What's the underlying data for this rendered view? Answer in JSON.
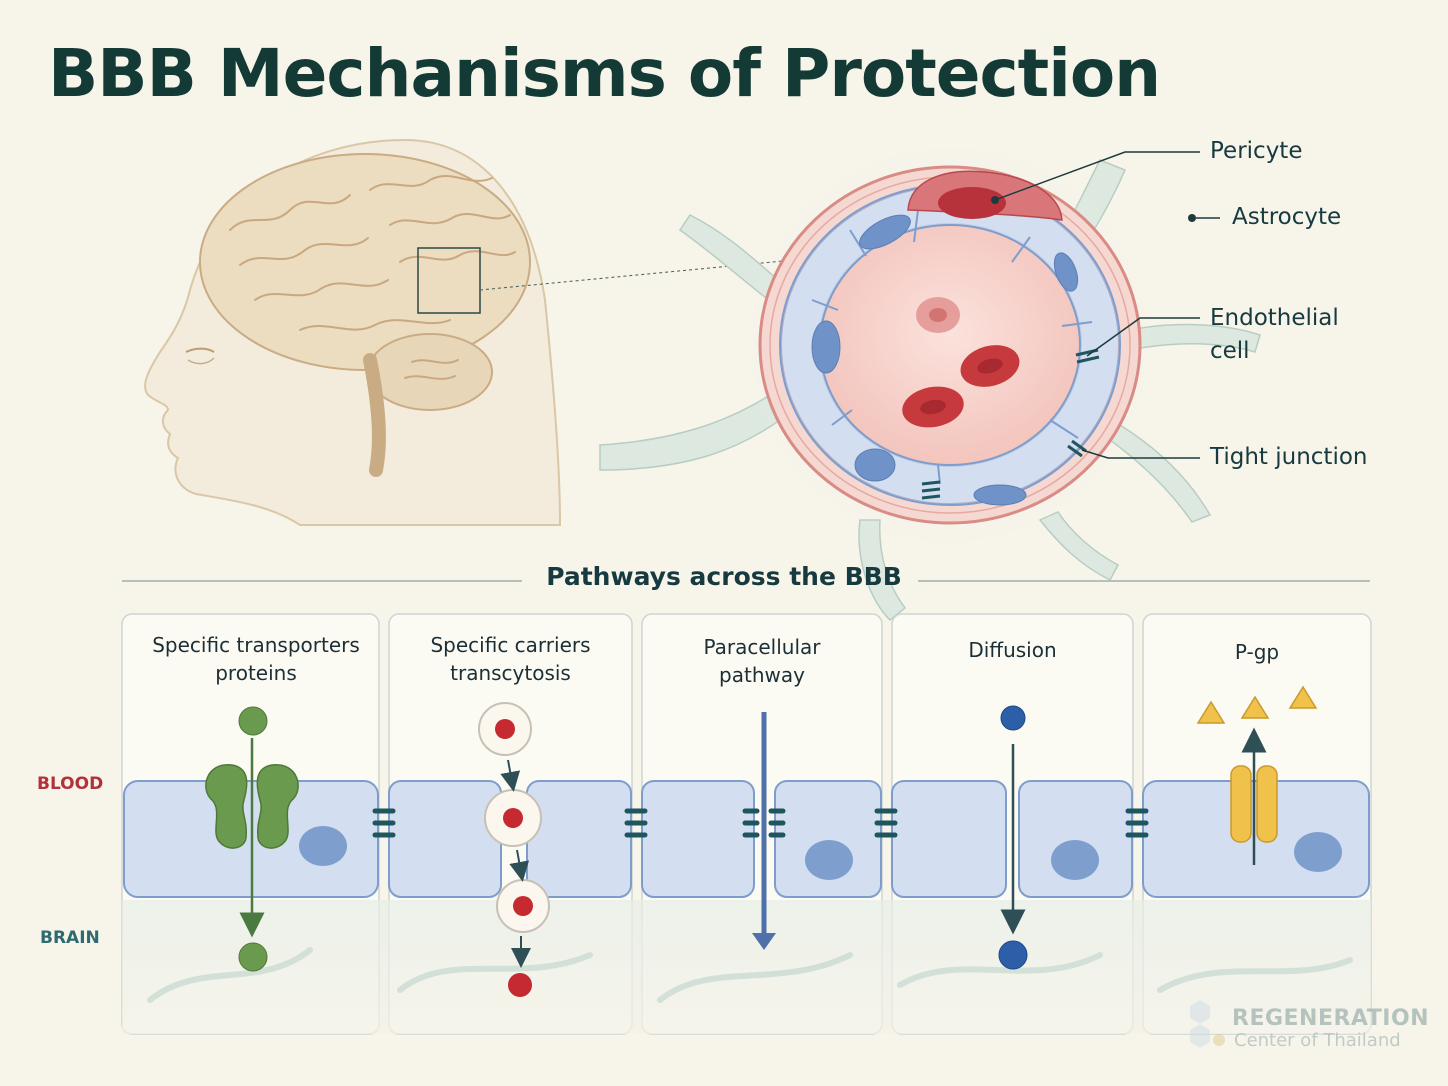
{
  "title": "BBB Mechanisms of Protection",
  "vessel_labels": {
    "pericyte": "Pericyte",
    "astrocyte": "Astrocyte",
    "endothelial_line1": "Endothelial",
    "endothelial_line2": "cell",
    "tight_junction": "Tight junction"
  },
  "pathways": {
    "section_title": "Pathways across the BBB",
    "blood_label": "BLOOD",
    "brain_label": "BRAIN",
    "panels": [
      {
        "line1": "Specific transporters",
        "line2": "proteins"
      },
      {
        "line1": "Specific carriers",
        "line2": "transcytosis"
      },
      {
        "line1": "Paracellular",
        "line2": "pathway"
      },
      {
        "line1": "Diffusion",
        "line2": ""
      },
      {
        "line1": "P-gp",
        "line2": ""
      }
    ]
  },
  "watermark": {
    "line1": "REGENERATION",
    "line2": "Center of Thailand"
  },
  "colors": {
    "background": "#f7f4ea",
    "title": "#143a36",
    "endothelial_cell": "#d3def0",
    "nucleus": "#6f93c8",
    "blood_cell": "#c63a3e",
    "transporter": "#6a9a4d",
    "diffusion_molecule": "#2d5ea8",
    "pgp": "#f1c24b",
    "blood_label": "#b3323a",
    "brain_label": "#2d6b71"
  },
  "icons": [
    "brain-illustration",
    "head-profile",
    "blood-vessel-cross-section",
    "red-blood-cell",
    "tight-junction-icon",
    "transporter-protein-icon",
    "vesicle-icon",
    "p-gp-pump-icon",
    "arrow-down-icon",
    "arrow-up-icon"
  ]
}
